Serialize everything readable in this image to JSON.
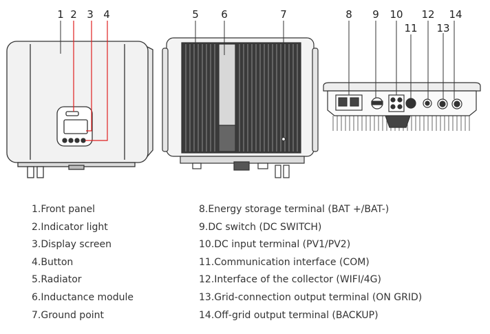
{
  "callouts": [
    "1",
    "2",
    "3",
    "4",
    "5",
    "6",
    "7",
    "8",
    "9",
    "10",
    "11",
    "12",
    "13",
    "14"
  ],
  "legend_left": [
    "1.Front panel",
    "2.Indicator light",
    "3.Display screen",
    "4.Button",
    "5.Radiator",
    "6.Inductance module",
    "7.Ground point"
  ],
  "legend_right": [
    "8.Energy storage terminal (BAT +/BAT-)",
    "9.DC switch (DC SWITCH)",
    "10.DC input terminal (PV1/PV2)",
    "11.Communication interface (COM)",
    "12.Interface of the collector (WIFI/4G)",
    "13.Grid-connection output terminal (ON GRID)",
    "14.Off-grid output terminal (BACKUP)"
  ],
  "colors": {
    "line": "#333333",
    "callout_line": "#e02020",
    "fill_light": "#eeeeee",
    "fill_mid": "#cccccc",
    "fill_dark": "#444444"
  }
}
